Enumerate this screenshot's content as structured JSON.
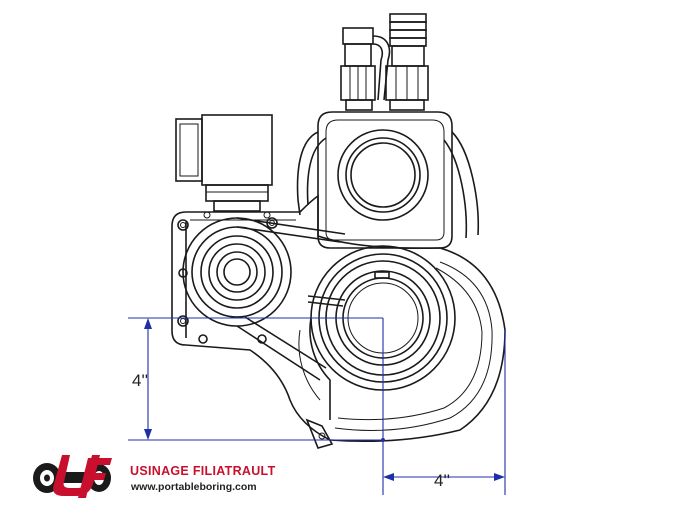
{
  "dimensions": {
    "vertical_label": "4''",
    "horizontal_label": "4''",
    "color": "#1f2fa8"
  },
  "brand": {
    "logo_icon": "uf-boring-bar-logo",
    "logo_lettering": "UF",
    "name": "USINAGE FILIATRAULT",
    "url": "www.portableboring.com",
    "name_color": "#c8102e"
  }
}
